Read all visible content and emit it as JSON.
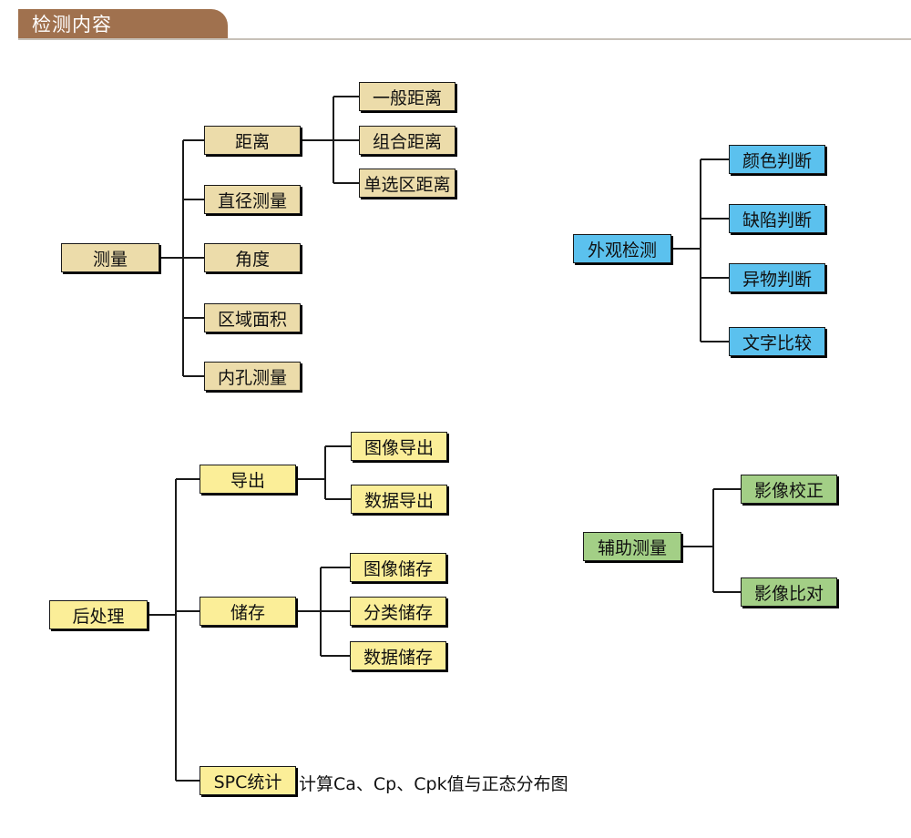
{
  "header": {
    "title": "检测内容"
  },
  "measure": {
    "root": "测量",
    "distance": "距离",
    "general_distance": "一般距离",
    "combined_distance": "组合距离",
    "single_select_distance": "单选区距离",
    "diameter": "直径测量",
    "angle": "角度",
    "region_area": "区域面积",
    "inner_hole": "内孔测量"
  },
  "appearance": {
    "root": "外观检测",
    "color": "颜色判断",
    "defect": "缺陷判断",
    "foreign": "异物判断",
    "text": "文字比较"
  },
  "post": {
    "root": "后处理",
    "export": "导出",
    "image_export": "图像导出",
    "data_export": "数据导出",
    "storage": "储存",
    "image_storage": "图像储存",
    "category_storage": "分类储存",
    "data_storage": "数据储存",
    "spc": "SPC统计",
    "spc_note": "计算Ca、Cp、Cpk值与正态分布图"
  },
  "aux": {
    "root": "辅助测量",
    "correction": "影像校正",
    "comparison": "影像比对"
  }
}
